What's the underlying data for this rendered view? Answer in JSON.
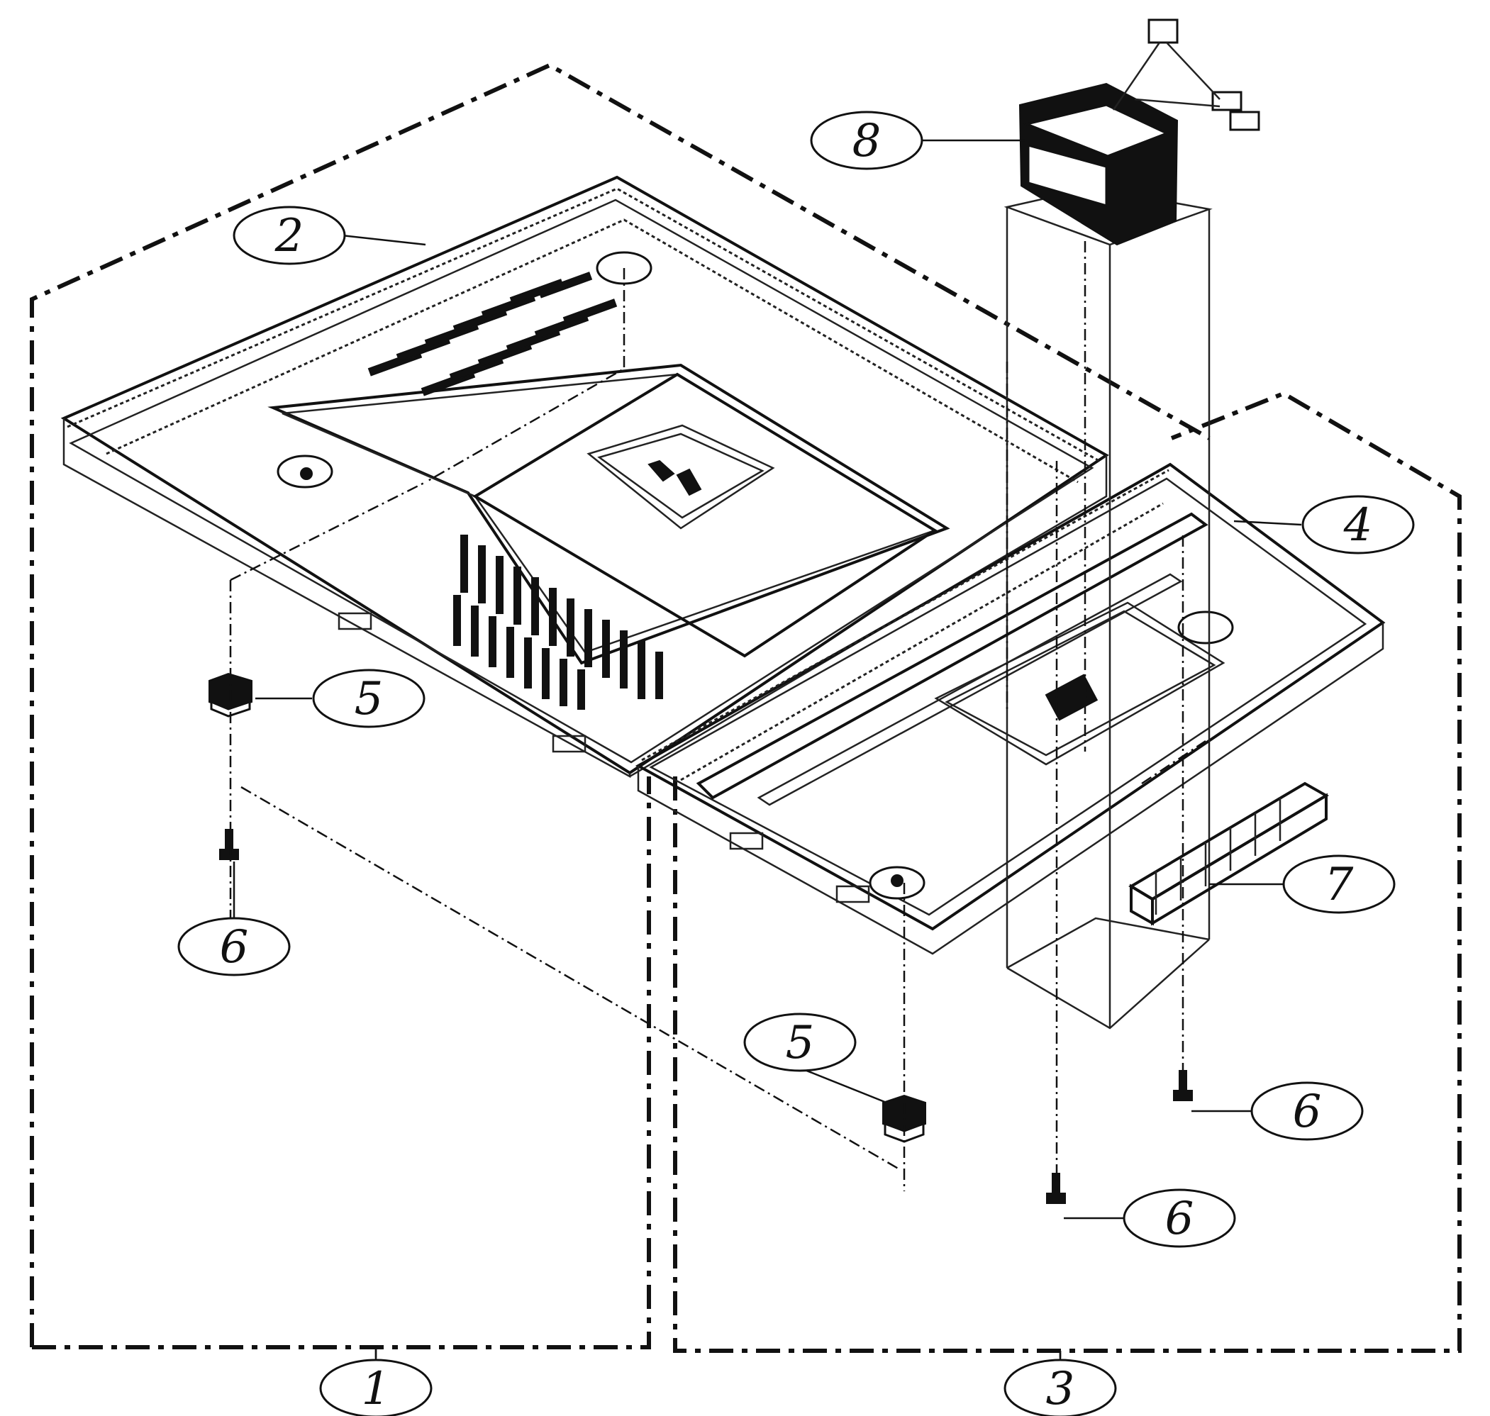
{
  "diagram": {
    "type": "exploded-assembly",
    "callouts": [
      {
        "id": "c1",
        "label": "1"
      },
      {
        "id": "c2",
        "label": "2"
      },
      {
        "id": "c3",
        "label": "3"
      },
      {
        "id": "c4",
        "label": "4"
      },
      {
        "id": "c5a",
        "label": "5"
      },
      {
        "id": "c5b",
        "label": "5"
      },
      {
        "id": "c6a",
        "label": "6"
      },
      {
        "id": "c6b",
        "label": "6"
      },
      {
        "id": "c6c",
        "label": "6"
      },
      {
        "id": "c7",
        "label": "7"
      },
      {
        "id": "c8",
        "label": "8"
      }
    ]
  }
}
